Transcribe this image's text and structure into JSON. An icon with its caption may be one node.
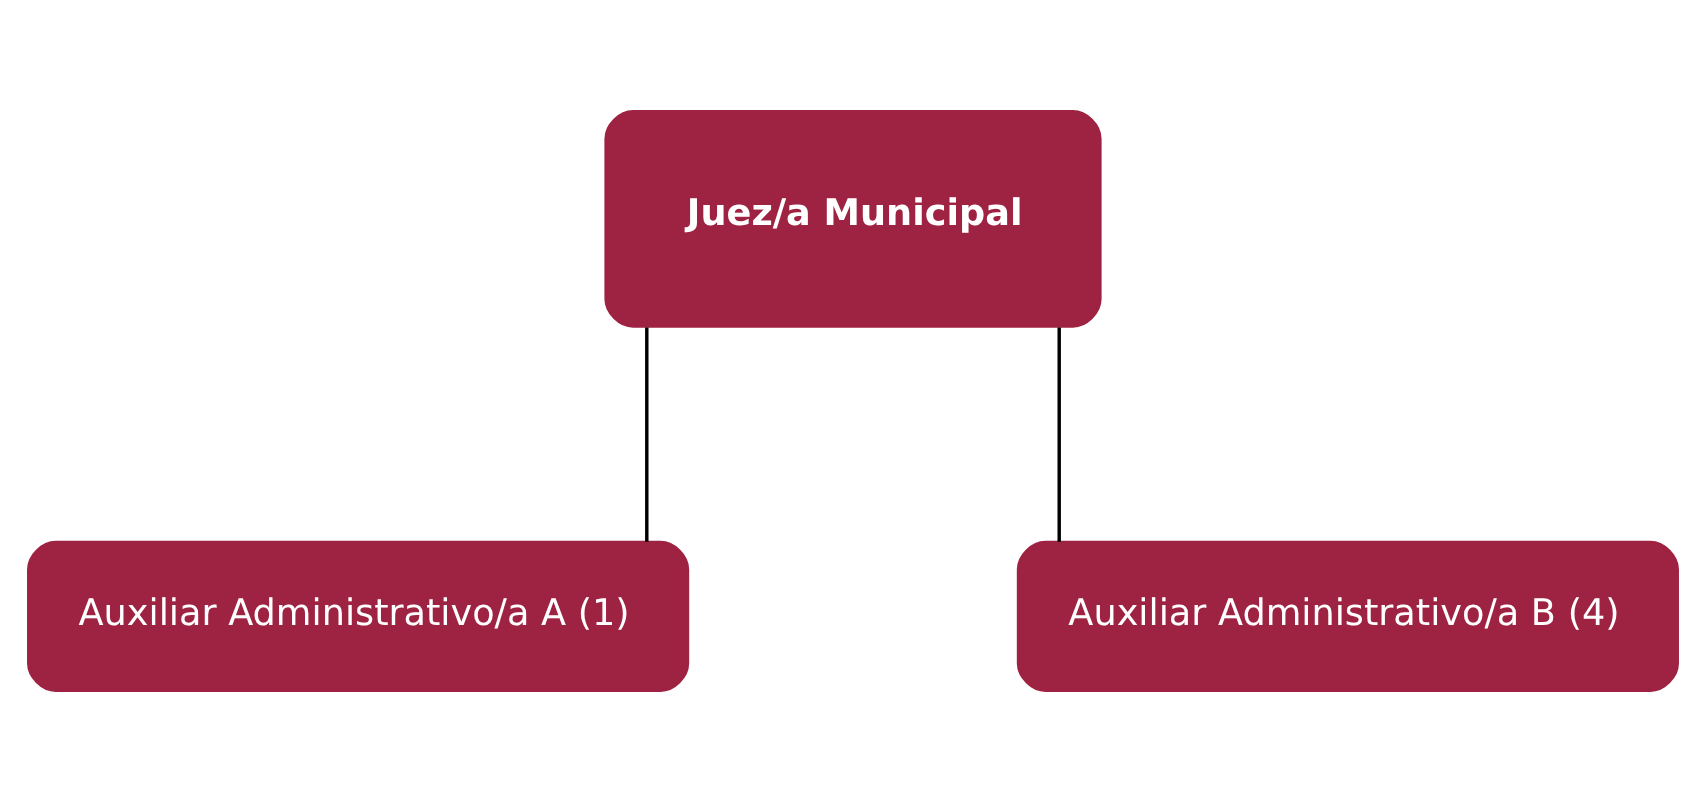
{
  "diagram": {
    "nodes": [
      {
        "text": [
          "Juez/a Municipal"
        ]
      },
      {
        "text": [
          "Auxiliar Administrativo/a A (1)"
        ]
      },
      {
        "text": [
          "Auxiliar Administrativo/a B (4)"
        ]
      }
    ],
    "edges": [
      {
        "from": 0,
        "to": 1,
        "arrow": "none"
      },
      {
        "from": 0,
        "to": 2,
        "arrow": "none"
      }
    ]
  }
}
